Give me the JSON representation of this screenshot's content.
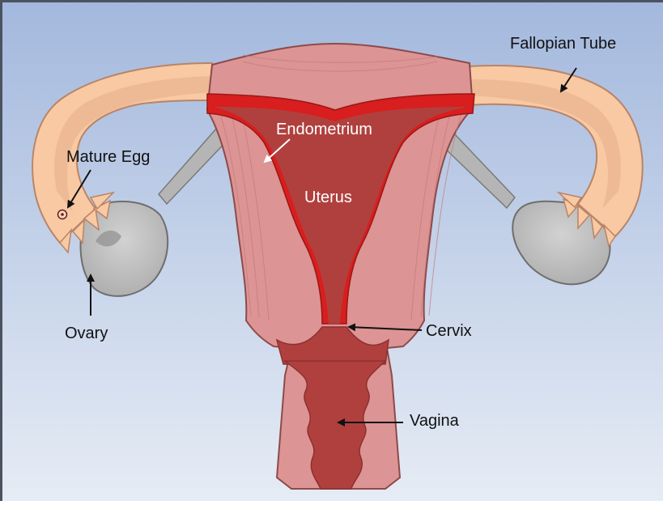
{
  "labels": {
    "fallopian_tube": "Fallopian Tube",
    "mature_egg": "Mature Egg",
    "endometrium": "Endometrium",
    "uterus": "Uterus",
    "ovary": "Ovary",
    "cervix": "Cervix",
    "vagina": "Vagina"
  },
  "colors": {
    "background_top": "#a3b8dd",
    "background_bottom": "#e6ecf5",
    "frame": "#4b5360",
    "tube": "#f8c9a3",
    "tube_inner": "#e8b08c",
    "uterus_wall": "#dc9494",
    "uterus_wall_outline": "#8d4a4a",
    "endometrium": "#d81e1e",
    "cavity": "#b0403e",
    "ovary": "#bcbcbc",
    "ligament": "#b2b2b2",
    "label_dark": "#111111",
    "label_light": "#ffffff"
  }
}
